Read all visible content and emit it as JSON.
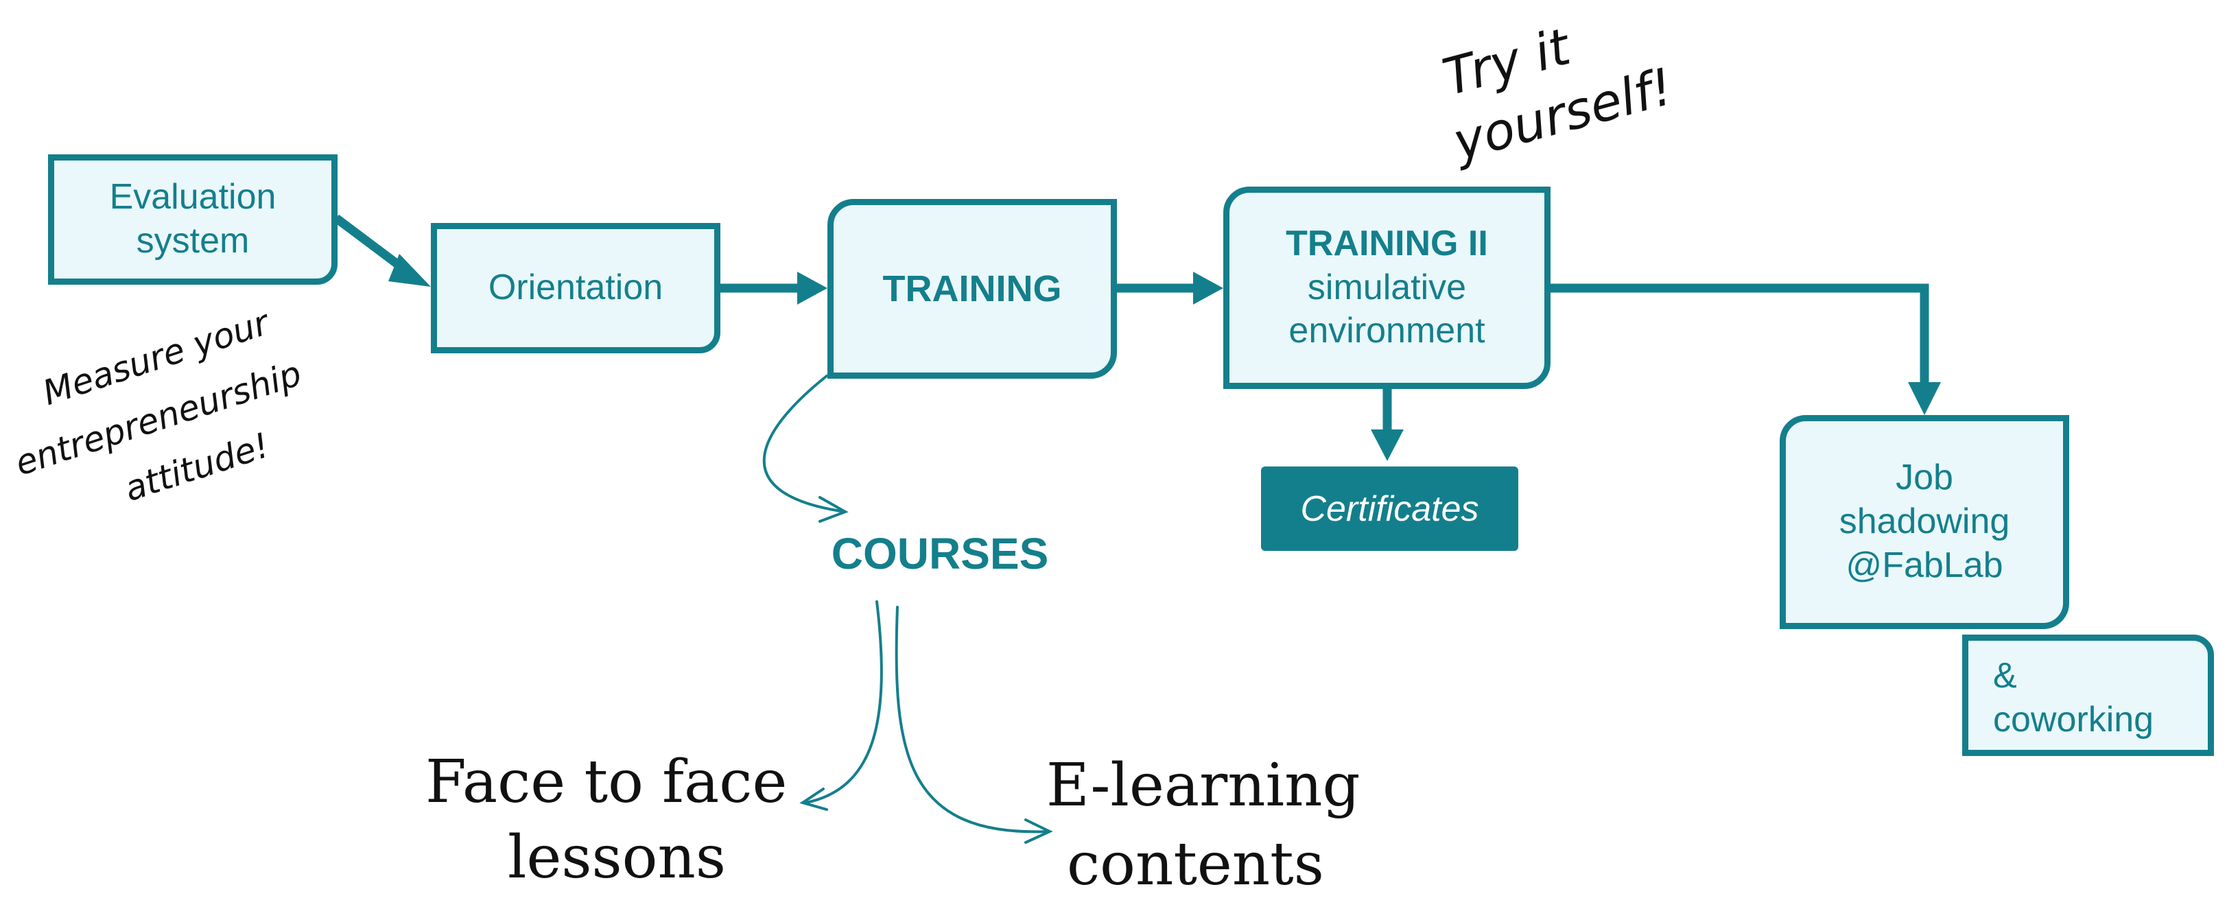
{
  "boxes": {
    "evaluation": {
      "line1": "Evaluation",
      "line2": "system"
    },
    "orientation": {
      "label": "Orientation"
    },
    "training": {
      "label": "TRAINING"
    },
    "training2": {
      "title": "TRAINING II",
      "line2": "simulative",
      "line3": "environment"
    },
    "certificates": {
      "label": "Certificates"
    },
    "job": {
      "line1": "Job",
      "line2": "shadowing",
      "line3": "@FabLab"
    },
    "coworking": {
      "line1": "&",
      "line2": "coworking"
    }
  },
  "courses": {
    "label": "COURSES"
  },
  "notes": {
    "measure": {
      "line1": "Measure your",
      "line2": "entrepreneurship",
      "line3": "attitude!"
    },
    "try": {
      "line1": "Try it",
      "line2": "yourself!"
    },
    "face": {
      "line1": "Face to face",
      "line2": "lessons"
    },
    "elearning": {
      "line1": "E-learning",
      "line2": "contents"
    }
  },
  "colors": {
    "accent": "#147f8c",
    "box_fill": "#eaf8fb",
    "note_text": "#111111"
  }
}
